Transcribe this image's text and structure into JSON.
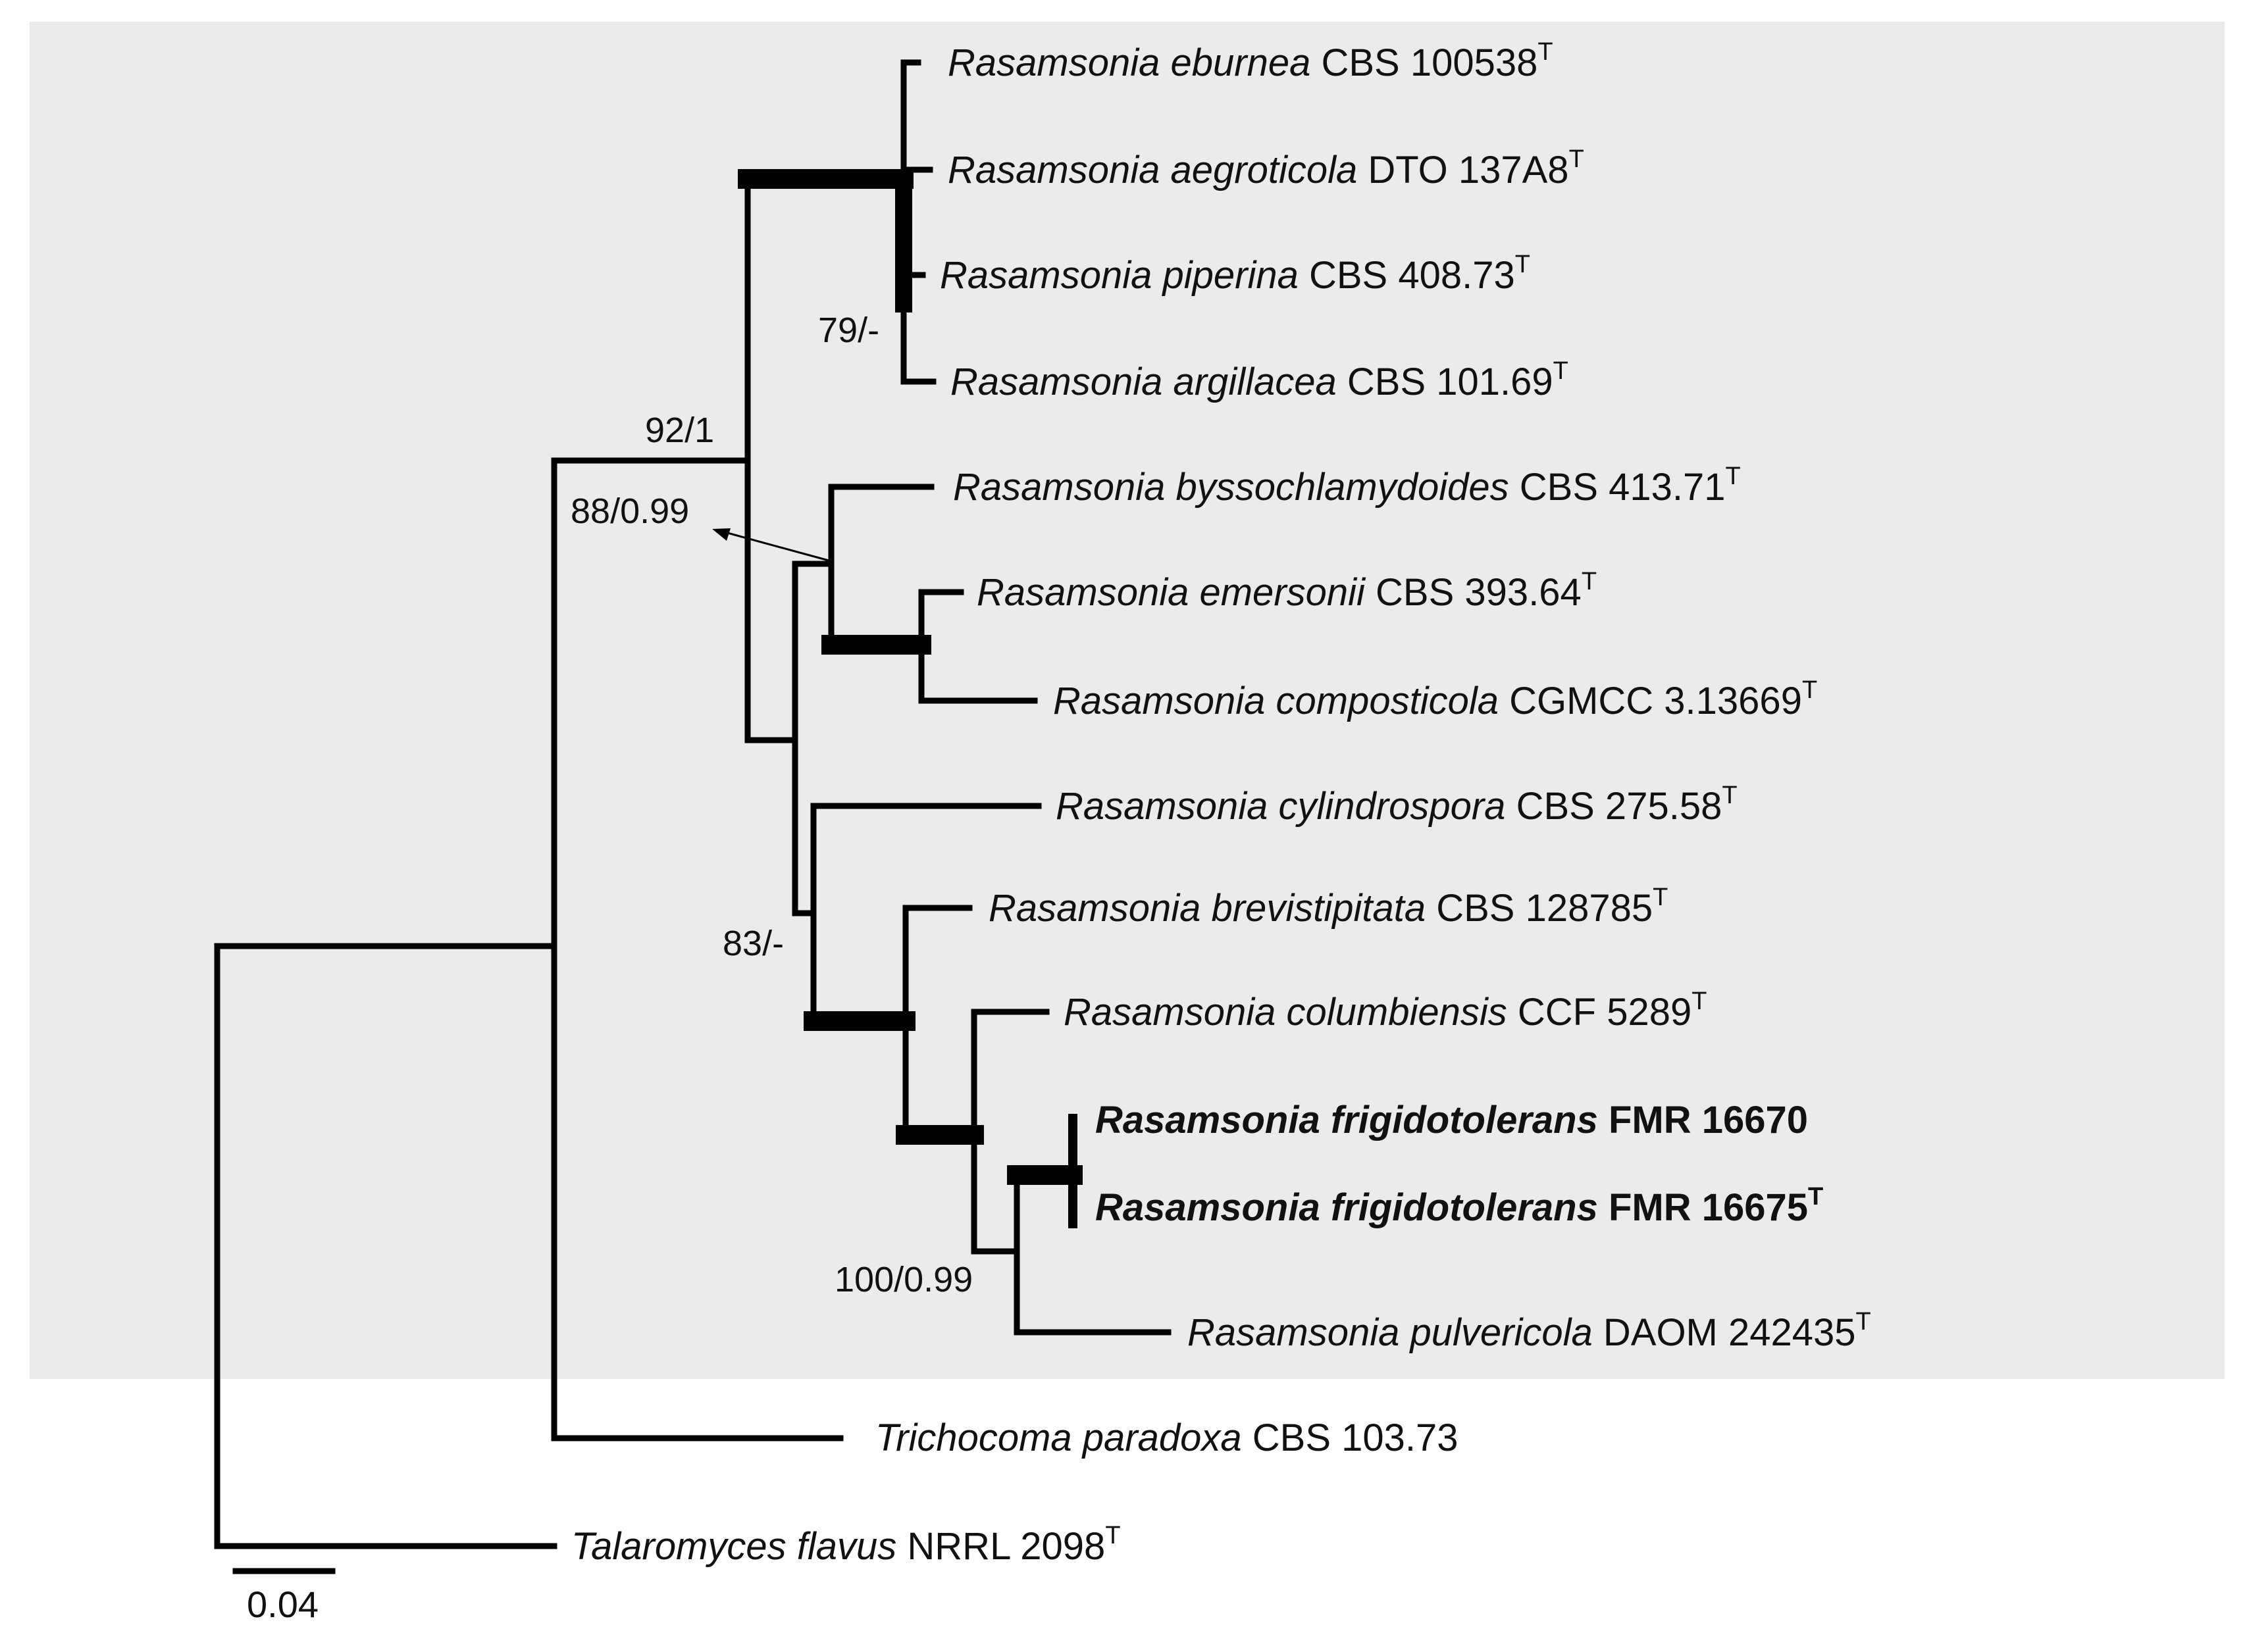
{
  "colors": {
    "clade_highlight": "#ebebeb",
    "branch": "#000000",
    "text": "#111111"
  },
  "taxa": [
    {
      "genus_species": "Rasamsonia eburnea",
      "strain": "CBS 100538",
      "type": "T",
      "bold": false
    },
    {
      "genus_species": "Rasamsonia aegroticola",
      "strain": "DTO 137A8",
      "type": "T",
      "bold": false
    },
    {
      "genus_species": "Rasamsonia piperina",
      "strain": "CBS 408.73",
      "type": "T",
      "bold": false
    },
    {
      "genus_species": "Rasamsonia argillacea",
      "strain": "CBS 101.69",
      "type": "T",
      "bold": false
    },
    {
      "genus_species": "Rasamsonia byssochlamydoides",
      "strain": "CBS 413.71",
      "type": "T",
      "bold": false
    },
    {
      "genus_species": "Rasamsonia emersonii",
      "strain": "CBS 393.64",
      "type": "T",
      "bold": false
    },
    {
      "genus_species": "Rasamsonia composticola",
      "strain": "CGMCC 3.13669",
      "type": "T",
      "bold": false
    },
    {
      "genus_species": "Rasamsonia cylindrospora",
      "strain": "CBS 275.58",
      "type": "T",
      "bold": false
    },
    {
      "genus_species": "Rasamsonia brevistipitata",
      "strain": "CBS 128785",
      "type": "T",
      "bold": false
    },
    {
      "genus_species": "Rasamsonia columbiensis",
      "strain": "CCF 5289",
      "type": "T",
      "bold": false
    },
    {
      "genus_species": "Rasamsonia frigidotolerans",
      "strain": "FMR 16670",
      "type": "",
      "bold": true
    },
    {
      "genus_species": "Rasamsonia frigidotolerans",
      "strain": "FMR 16675",
      "type": "T",
      "bold": true
    },
    {
      "genus_species": "Rasamsonia pulvericola",
      "strain": "DAOM 242435",
      "type": "T",
      "bold": false
    },
    {
      "genus_species": "Trichocoma paradoxa",
      "strain": "CBS 103.73",
      "type": "",
      "bold": false
    },
    {
      "genus_species": "Talaromyces flavus",
      "strain": "NRRL 2098",
      "type": "T",
      "bold": false
    }
  ],
  "support_values": {
    "rasamsonia_main": "92/1",
    "argillacea_node": "79/-",
    "byssochlamydoides_node": "88/0.99",
    "cylindrospora_node": "83/-",
    "pulvericola_node": "100/0.99"
  },
  "scale_bar": {
    "label": "0.04"
  }
}
